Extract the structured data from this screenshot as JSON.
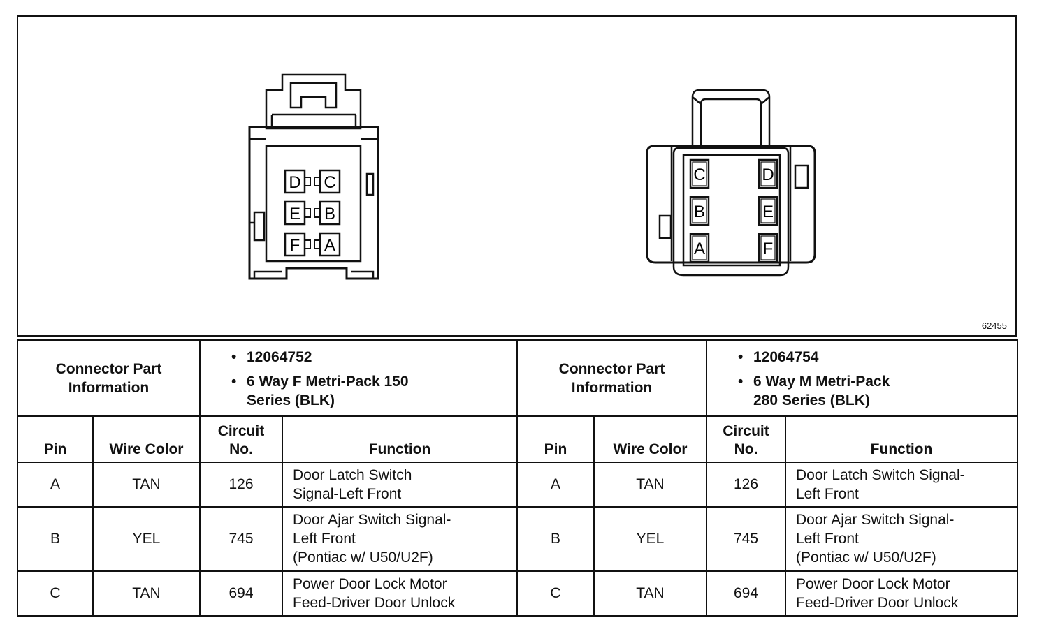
{
  "figure_id": "62455",
  "connector_left": {
    "pins": [
      {
        "label": "D"
      },
      {
        "label": "C"
      },
      {
        "label": "E"
      },
      {
        "label": "B"
      },
      {
        "label": "F"
      },
      {
        "label": "A"
      }
    ]
  },
  "connector_right": {
    "pins": [
      {
        "label": "C"
      },
      {
        "label": "D"
      },
      {
        "label": "B"
      },
      {
        "label": "E"
      },
      {
        "label": "A"
      },
      {
        "label": "F"
      }
    ]
  },
  "left_table": {
    "info_label_line1": "Connector Part",
    "info_label_line2": "Information",
    "part_number": "12064752",
    "desc_line1": "6 Way F Metri-Pack 150",
    "desc_line2": "Series (BLK)",
    "headers": {
      "pin": "Pin",
      "wire_color": "Wire Color",
      "circuit_line1": "Circuit",
      "circuit_line2": "No.",
      "function": "Function"
    },
    "rows": [
      {
        "pin": "A",
        "wire": "TAN",
        "circuit": "126",
        "f1": "Door Latch Switch",
        "f2": "Signal-Left Front",
        "f3": ""
      },
      {
        "pin": "B",
        "wire": "YEL",
        "circuit": "745",
        "f1": "Door Ajar Switch Signal-",
        "f2": "Left Front",
        "f3": "(Pontiac w/ U50/U2F)"
      },
      {
        "pin": "C",
        "wire": "TAN",
        "circuit": "694",
        "f1": "Power Door Lock Motor",
        "f2": "Feed-Driver Door Unlock",
        "f3": ""
      }
    ]
  },
  "right_table": {
    "info_label_line1": "Connector Part",
    "info_label_line2": "Information",
    "part_number": "12064754",
    "desc_line1": "6 Way M Metri-Pack",
    "desc_line2": "280 Series (BLK)",
    "headers": {
      "pin": "Pin",
      "wire_color": "Wire Color",
      "circuit_line1": "Circuit",
      "circuit_line2": "No.",
      "function": "Function"
    },
    "rows": [
      {
        "pin": "A",
        "wire": "TAN",
        "circuit": "126",
        "f1": "Door Latch Switch Signal-",
        "f2": "Left Front",
        "f3": ""
      },
      {
        "pin": "B",
        "wire": "YEL",
        "circuit": "745",
        "f1": "Door Ajar Switch Signal-",
        "f2": "Left Front",
        "f3": "(Pontiac w/ U50/U2F)"
      },
      {
        "pin": "C",
        "wire": "TAN",
        "circuit": "694",
        "f1": "Power Door Lock Motor",
        "f2": "Feed-Driver Door Unlock",
        "f3": ""
      }
    ]
  }
}
